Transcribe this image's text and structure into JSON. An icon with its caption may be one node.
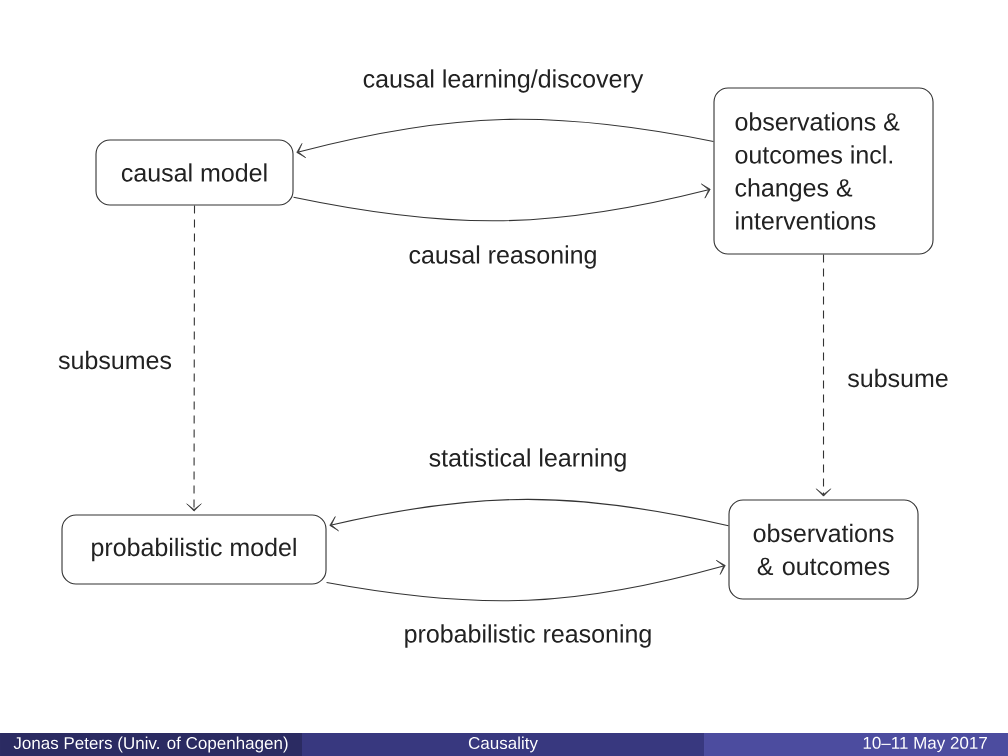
{
  "diagram": {
    "nodes": [
      {
        "text": [
          "causal model"
        ]
      },
      {
        "text": [
          "observations & outcomes incl. changes & interventions"
        ]
      },
      {
        "text": [
          "probabilistic model"
        ]
      },
      {
        "text": [
          "observations & outcomes"
        ]
      }
    ],
    "edges": [
      {
        "from": 1,
        "to": 0,
        "arrow": "to",
        "label": "causal learning/discovery"
      },
      {
        "from": 0,
        "to": 1,
        "arrow": "to",
        "label": "causal reasoning"
      },
      {
        "from": 0,
        "to": 2,
        "arrow": "to",
        "label": "subsumes",
        "style": "dashed"
      },
      {
        "from": 1,
        "to": 3,
        "arrow": "to",
        "label": "subsume",
        "style": "dashed"
      },
      {
        "from": 3,
        "to": 2,
        "arrow": "to",
        "label": "statistical learning"
      },
      {
        "from": 2,
        "to": 3,
        "arrow": "to",
        "label": "probabilistic reasoning"
      }
    ],
    "labels": [
      "Jonas Peters (Univ. of Copenhagen)",
      "Causality",
      "10–11 May 2017"
    ]
  }
}
